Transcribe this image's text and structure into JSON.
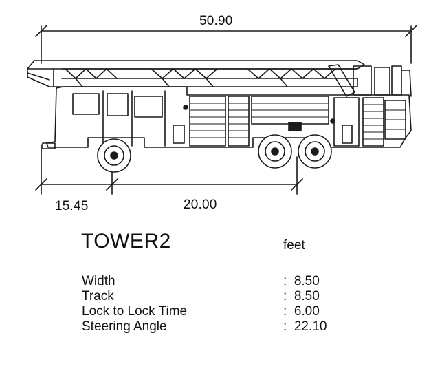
{
  "dimensions": {
    "overall_length": "50.90",
    "front_overhang": "15.45",
    "wheelbase": "20.00"
  },
  "vehicle": {
    "name": "TOWER2",
    "units": "feet"
  },
  "specs": [
    {
      "label": "Width",
      "value": ":  8.50"
    },
    {
      "label": "Track",
      "value": ":  8.50"
    },
    {
      "label": "Lock to Lock Time",
      "value": ":  6.00"
    },
    {
      "label": "Steering Angle",
      "value": ":  22.10"
    }
  ]
}
